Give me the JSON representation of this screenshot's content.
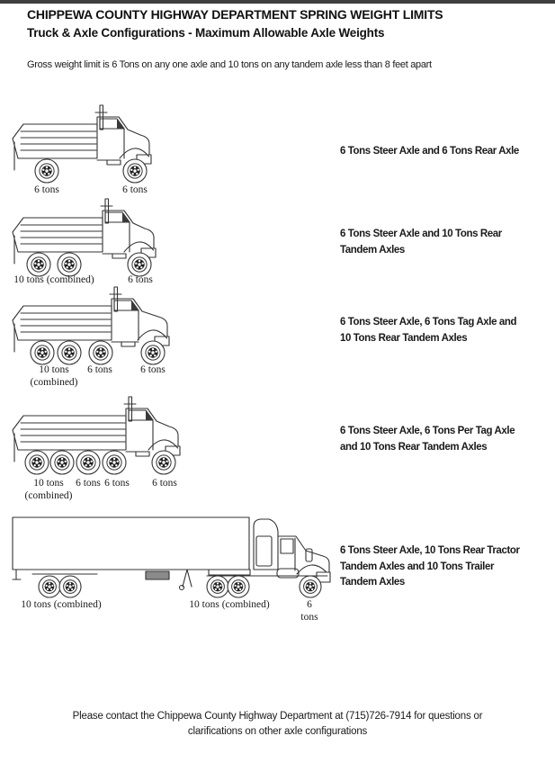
{
  "page": {
    "title": "CHIPPEWA COUNTY HIGHWAY DEPARTMENT SPRING WEIGHT LIMITS",
    "subtitle": "Truck & Axle Configurations - Maximum Allowable Axle Weights",
    "intro": "Gross weight limit is 6 Tons on any one axle and 10 tons on any tandem axle less than 8 feet apart",
    "footer": "Please contact the Chippewa County Highway Department at (715)726-7914 for questions or\nclarifications on other axle configurations"
  },
  "configurations": [
    {
      "axle_labels": [
        "6 tons",
        "6 tons"
      ],
      "description": "6 Tons Steer Axle and 6 Tons Rear Axle"
    },
    {
      "axle_labels": [
        "10 tons (combined)",
        "6 tons"
      ],
      "description": "6 Tons Steer Axle and 10 Tons Rear\nTandem Axles"
    },
    {
      "axle_labels": [
        "10 tons\n(combined)",
        "6 tons",
        "6 tons"
      ],
      "description": "6 Tons Steer Axle, 6 Tons Tag Axle and\n10 Tons Rear Tandem Axles"
    },
    {
      "axle_labels": [
        "10 tons\n(combined)",
        "6 tons",
        "6 tons",
        "6 tons"
      ],
      "description": "6 Tons Steer Axle, 6 Tons Per Tag Axle\nand 10 Tons Rear Tandem Axles"
    },
    {
      "axle_labels": [
        "10 tons (combined)",
        "10 tons (combined)",
        "6 tons"
      ],
      "description": "6 Tons Steer Axle, 10 Tons Rear Tractor\nTandem Axles and 10 Tons Trailer\nTandem Axles"
    }
  ]
}
